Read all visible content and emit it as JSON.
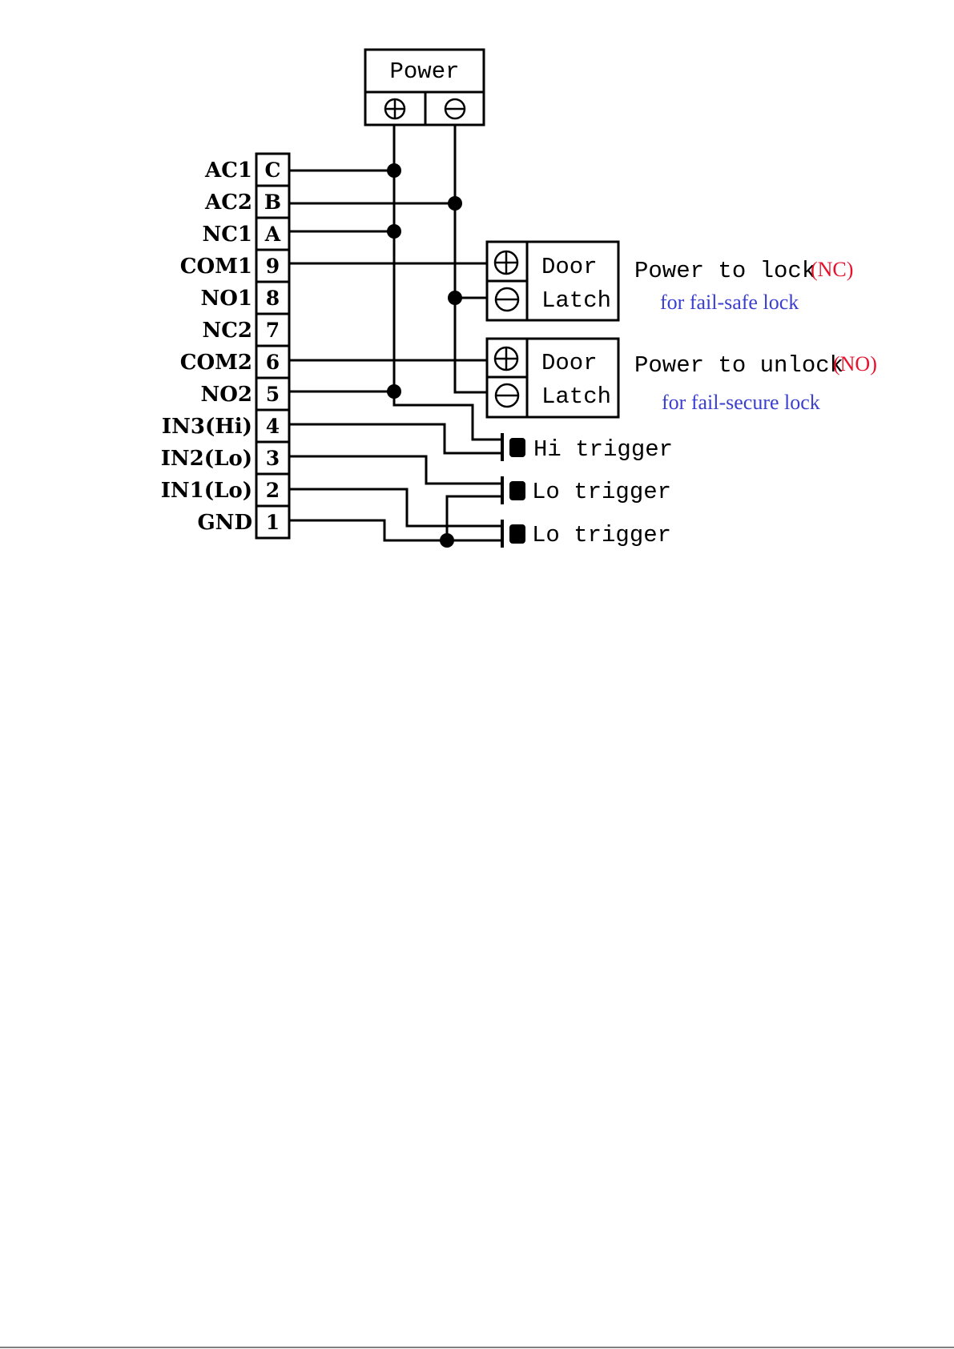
{
  "power_box": {
    "title": "Power",
    "plus_symbol": "+",
    "minus_symbol": "−"
  },
  "terminals": [
    {
      "label": "AC1",
      "pin": "C"
    },
    {
      "label": "AC2",
      "pin": "B"
    },
    {
      "label": "NC1",
      "pin": "A"
    },
    {
      "label": "COM1",
      "pin": "9"
    },
    {
      "label": "NO1",
      "pin": "8"
    },
    {
      "label": "NC2",
      "pin": "7"
    },
    {
      "label": "COM2",
      "pin": "6"
    },
    {
      "label": "NO2",
      "pin": "5"
    },
    {
      "label": "IN3(Hi)",
      "pin": "4"
    },
    {
      "label": "IN2(Lo)",
      "pin": "3"
    },
    {
      "label": "IN1(Lo)",
      "pin": "2"
    },
    {
      "label": "GND",
      "pin": "1"
    }
  ],
  "door_latch_1": {
    "line1": "Door",
    "line2": "Latch",
    "note": "Power to lock",
    "tag": "(NC)",
    "sub": "for fail-safe lock"
  },
  "door_latch_2": {
    "line1": "Door",
    "line2": "Latch",
    "note": "Power to unlock",
    "tag": "(NO)",
    "sub": "for fail-secure lock"
  },
  "triggers": [
    {
      "label": "Hi trigger"
    },
    {
      "label": "Lo trigger"
    },
    {
      "label": "Lo trigger"
    }
  ],
  "colors": {
    "tag_red": "#e8102a",
    "sub_blue": "#3a3fd0"
  }
}
